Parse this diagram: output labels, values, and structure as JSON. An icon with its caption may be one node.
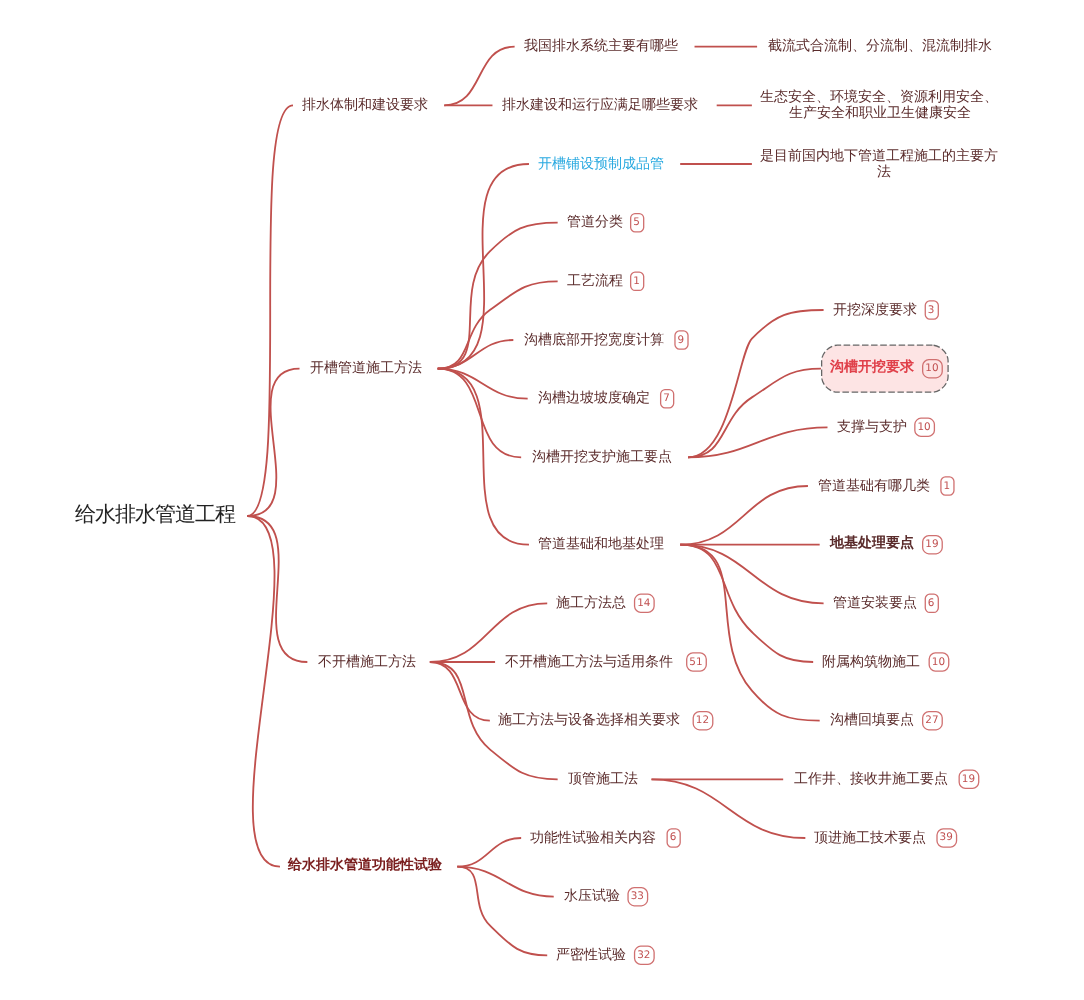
{
  "diagram": {
    "nodes": [
      {
        "text": [
          "给水排水管道工程"
        ]
      },
      {
        "text": [
          "排水体制和建设要求"
        ]
      },
      {
        "text": [
          "我国排水系统主要有哪些"
        ]
      },
      {
        "text": [
          "截流式合流制、分流制、混流制排水"
        ]
      },
      {
        "text": [
          "排水建设和运行应满足哪些要求"
        ]
      },
      {
        "text": [
          "生态安全、环境安全、资源利用安全、生产安全和职业卫生健康安全"
        ]
      },
      {
        "text": [
          "开槽管道施工方法"
        ]
      },
      {
        "text": [
          "开槽铺设预制成品管"
        ]
      },
      {
        "text": [
          "是目前国内地下管道工程施工的主要方法"
        ]
      },
      {
        "text": [
          "管道分类",
          "5"
        ]
      },
      {
        "text": [
          "工艺流程",
          "1"
        ]
      },
      {
        "text": [
          "沟槽底部开挖宽度计算",
          "9"
        ]
      },
      {
        "text": [
          "沟槽边坡坡度确定",
          "7"
        ]
      },
      {
        "text": [
          "沟槽开挖支护施工要点"
        ]
      },
      {
        "text": [
          "开挖深度要求",
          "3"
        ]
      },
      {
        "text": [
          "沟槽开挖要求",
          "10"
        ]
      },
      {
        "text": [
          "支撑与支护",
          "10"
        ]
      },
      {
        "text": [
          "管道基础和地基处理"
        ]
      },
      {
        "text": [
          "管道基础有哪几类",
          "1"
        ]
      },
      {
        "text": [
          "地基处理要点",
          "19"
        ]
      },
      {
        "text": [
          "管道安装要点",
          "6"
        ]
      },
      {
        "text": [
          "附属构筑物施工",
          "10"
        ]
      },
      {
        "text": [
          "沟槽回填要点",
          "27"
        ]
      },
      {
        "text": [
          "不开槽施工方法"
        ]
      },
      {
        "text": [
          "施工方法总",
          "14"
        ]
      },
      {
        "text": [
          "不开槽施工方法与适用条件",
          "51"
        ]
      },
      {
        "text": [
          "施工方法与设备选择相关要求",
          "12"
        ]
      },
      {
        "text": [
          "顶管施工法"
        ]
      },
      {
        "text": [
          "工作井、接收井施工要点",
          "19"
        ]
      },
      {
        "text": [
          "顶进施工技术要点",
          "39"
        ]
      },
      {
        "text": [
          "给水排水管道功能性试验"
        ]
      },
      {
        "text": [
          "功能性试验相关内容",
          "6"
        ]
      },
      {
        "text": [
          "水压试验",
          "33"
        ]
      },
      {
        "text": [
          "严密性试验",
          "32"
        ]
      }
    ],
    "edges": [
      {
        "from": 0,
        "to": 1,
        "arrow": "none"
      },
      {
        "from": 1,
        "to": 2,
        "arrow": "none"
      },
      {
        "from": 2,
        "to": 3,
        "arrow": "none"
      },
      {
        "from": 1,
        "to": 4,
        "arrow": "none"
      },
      {
        "from": 4,
        "to": 5,
        "arrow": "none"
      },
      {
        "from": 0,
        "to": 6,
        "arrow": "none"
      },
      {
        "from": 6,
        "to": 7,
        "arrow": "none"
      },
      {
        "from": 7,
        "to": 8,
        "arrow": "none"
      },
      {
        "from": 6,
        "to": 9,
        "arrow": "none"
      },
      {
        "from": 6,
        "to": 10,
        "arrow": "none"
      },
      {
        "from": 6,
        "to": 11,
        "arrow": "none"
      },
      {
        "from": 6,
        "to": 12,
        "arrow": "none"
      },
      {
        "from": 6,
        "to": 13,
        "arrow": "none"
      },
      {
        "from": 13,
        "to": 14,
        "arrow": "none"
      },
      {
        "from": 13,
        "to": 15,
        "arrow": "none"
      },
      {
        "from": 13,
        "to": 16,
        "arrow": "none"
      },
      {
        "from": 6,
        "to": 17,
        "arrow": "none"
      },
      {
        "from": 17,
        "to": 18,
        "arrow": "none"
      },
      {
        "from": 17,
        "to": 19,
        "arrow": "none"
      },
      {
        "from": 17,
        "to": 20,
        "arrow": "none"
      },
      {
        "from": 17,
        "to": 21,
        "arrow": "none"
      },
      {
        "from": 17,
        "to": 22,
        "arrow": "none"
      },
      {
        "from": 0,
        "to": 23,
        "arrow": "none"
      },
      {
        "from": 23,
        "to": 24,
        "arrow": "none"
      },
      {
        "from": 23,
        "to": 25,
        "arrow": "none"
      },
      {
        "from": 23,
        "to": 26,
        "arrow": "none"
      },
      {
        "from": 23,
        "to": 27,
        "arrow": "none"
      },
      {
        "from": 27,
        "to": 28,
        "arrow": "none"
      },
      {
        "from": 27,
        "to": 29,
        "arrow": "none"
      },
      {
        "from": 0,
        "to": 30,
        "arrow": "none"
      },
      {
        "from": 30,
        "to": 31,
        "arrow": "none"
      },
      {
        "from": 30,
        "to": 32,
        "arrow": "none"
      },
      {
        "from": 30,
        "to": 33,
        "arrow": "none"
      }
    ]
  }
}
